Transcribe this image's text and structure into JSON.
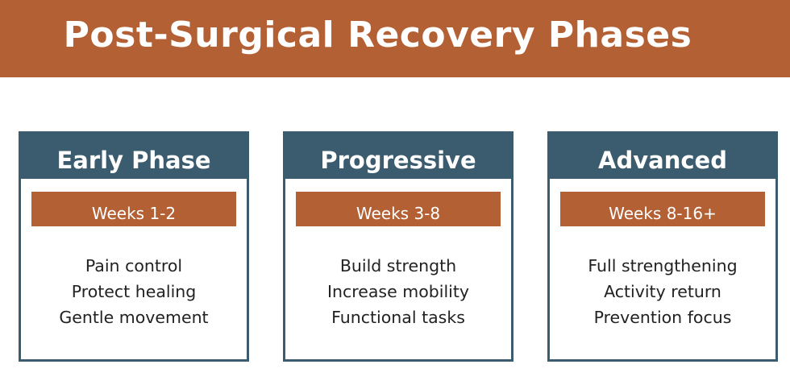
{
  "header": {
    "title": "Post-Surgical Recovery Phases"
  },
  "colors": {
    "accent": "#B46035",
    "card_border": "#3B5B6E",
    "text": "#222222",
    "background": "#FFFFFF"
  },
  "phases": [
    {
      "title": "Early Phase",
      "weeks": "Weeks 1-2",
      "goals": [
        "Pain control",
        "Protect healing",
        "Gentle movement"
      ]
    },
    {
      "title": "Progressive",
      "weeks": "Weeks 3-8",
      "goals": [
        "Build strength",
        "Increase mobility",
        "Functional tasks"
      ]
    },
    {
      "title": "Advanced",
      "weeks": "Weeks 8-16+",
      "goals": [
        "Full strengthening",
        "Activity return",
        "Prevention focus"
      ]
    }
  ]
}
